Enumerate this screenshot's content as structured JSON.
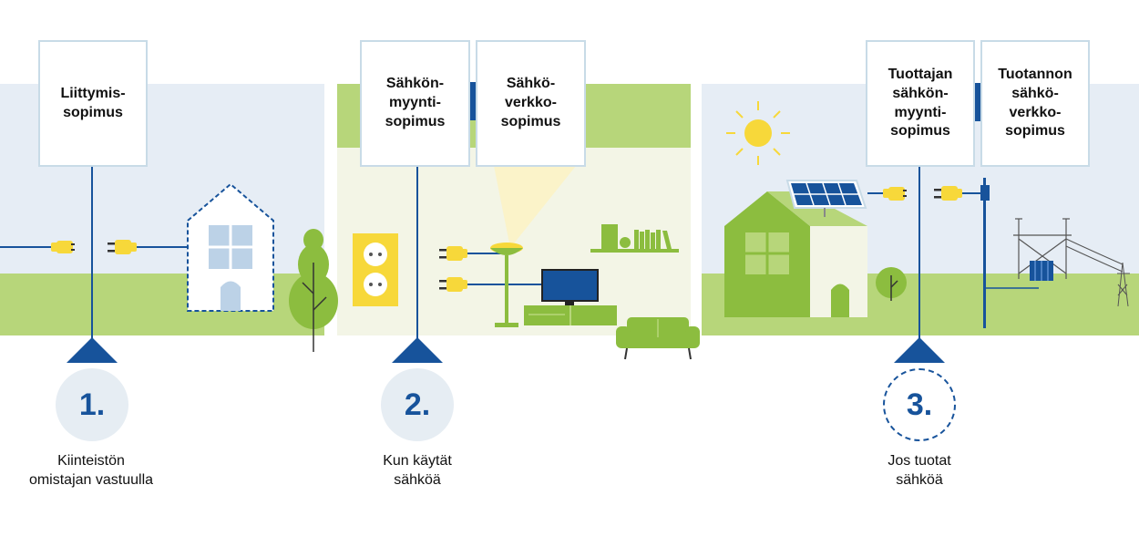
{
  "sections": [
    {
      "cards": [
        "Liittymis-\nsopimus"
      ],
      "number": "1.",
      "caption": "Kiinteistön\nomistajan vastuulla"
    },
    {
      "cards": [
        "Sähkön-\nmyynti-\nsopimus",
        "Sähkö-\nverkko-\nsopimus"
      ],
      "number": "2.",
      "caption": "Kun käytät\nsähköä"
    },
    {
      "cards": [
        "Tuottajan\nsähkön-\nmyynti-\nsopimus",
        "Tuotannon\nsähkö-\nverkko-\nsopimus"
      ],
      "number": "3.",
      "caption": "Jos tuotat\nsähköä"
    }
  ],
  "colors": {
    "sky": "#e6edf5",
    "grass": "#b7d67a",
    "room": "#f3f5e6",
    "dark_green": "#8cbd3f",
    "blue": "#17539b",
    "yellow": "#f7d83a",
    "card_border": "#c8dbe7"
  },
  "icons": [
    "plug-icon",
    "socket-icon",
    "house-icon",
    "tree-icon",
    "lamp-icon",
    "tv-icon",
    "sofa-icon",
    "sun-icon",
    "solar-panel-icon",
    "power-pylon-icon",
    "transformer-icon"
  ]
}
